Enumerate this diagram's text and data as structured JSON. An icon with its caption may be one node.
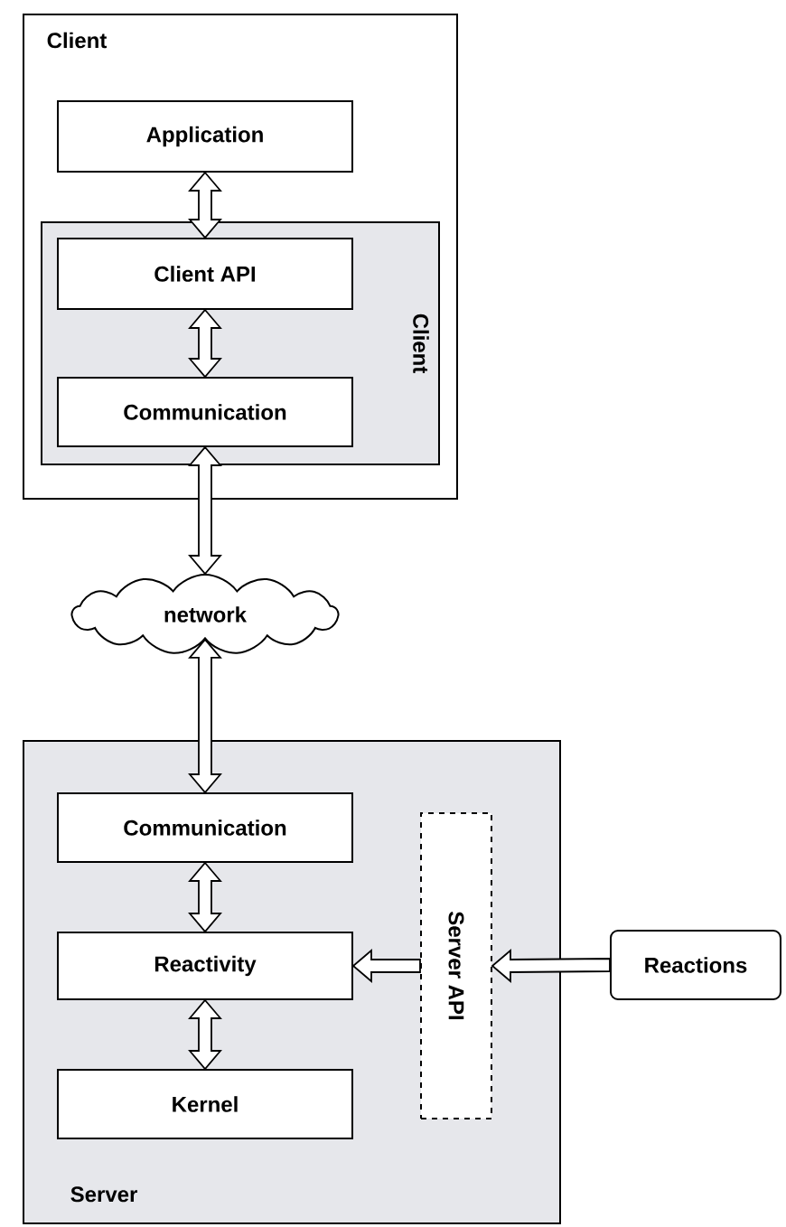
{
  "diagram": {
    "nodes": [
      {
        "text": [
          "Client"
        ]
      },
      {
        "text": [
          "Application"
        ],
        "in": 0
      },
      {
        "text": [
          "Client"
        ],
        "in": 0
      },
      {
        "text": [
          "Client API"
        ],
        "in": 2
      },
      {
        "text": [
          "Communication"
        ],
        "in": 2
      },
      {
        "text": [
          "network"
        ]
      },
      {
        "text": [
          "Server"
        ]
      },
      {
        "text": [
          "Communication"
        ],
        "in": 6
      },
      {
        "text": [
          "Reactivity"
        ],
        "in": 6
      },
      {
        "text": [
          "Kernel"
        ],
        "in": 6
      },
      {
        "text": [
          "Server API"
        ],
        "in": 6
      },
      {
        "text": [
          "Reactions"
        ]
      }
    ],
    "edges": [
      {
        "from": 1,
        "to": 3,
        "arrow": "both"
      },
      {
        "from": 3,
        "to": 4,
        "arrow": "both"
      },
      {
        "from": 4,
        "to": 5,
        "arrow": "both"
      },
      {
        "from": 5,
        "to": 7,
        "arrow": "both"
      },
      {
        "from": 7,
        "to": 8,
        "arrow": "both"
      },
      {
        "from": 8,
        "to": 9,
        "arrow": "both"
      },
      {
        "from": 10,
        "to": 8,
        "arrow": "to"
      },
      {
        "from": 11,
        "to": 10,
        "arrow": "to"
      }
    ]
  }
}
